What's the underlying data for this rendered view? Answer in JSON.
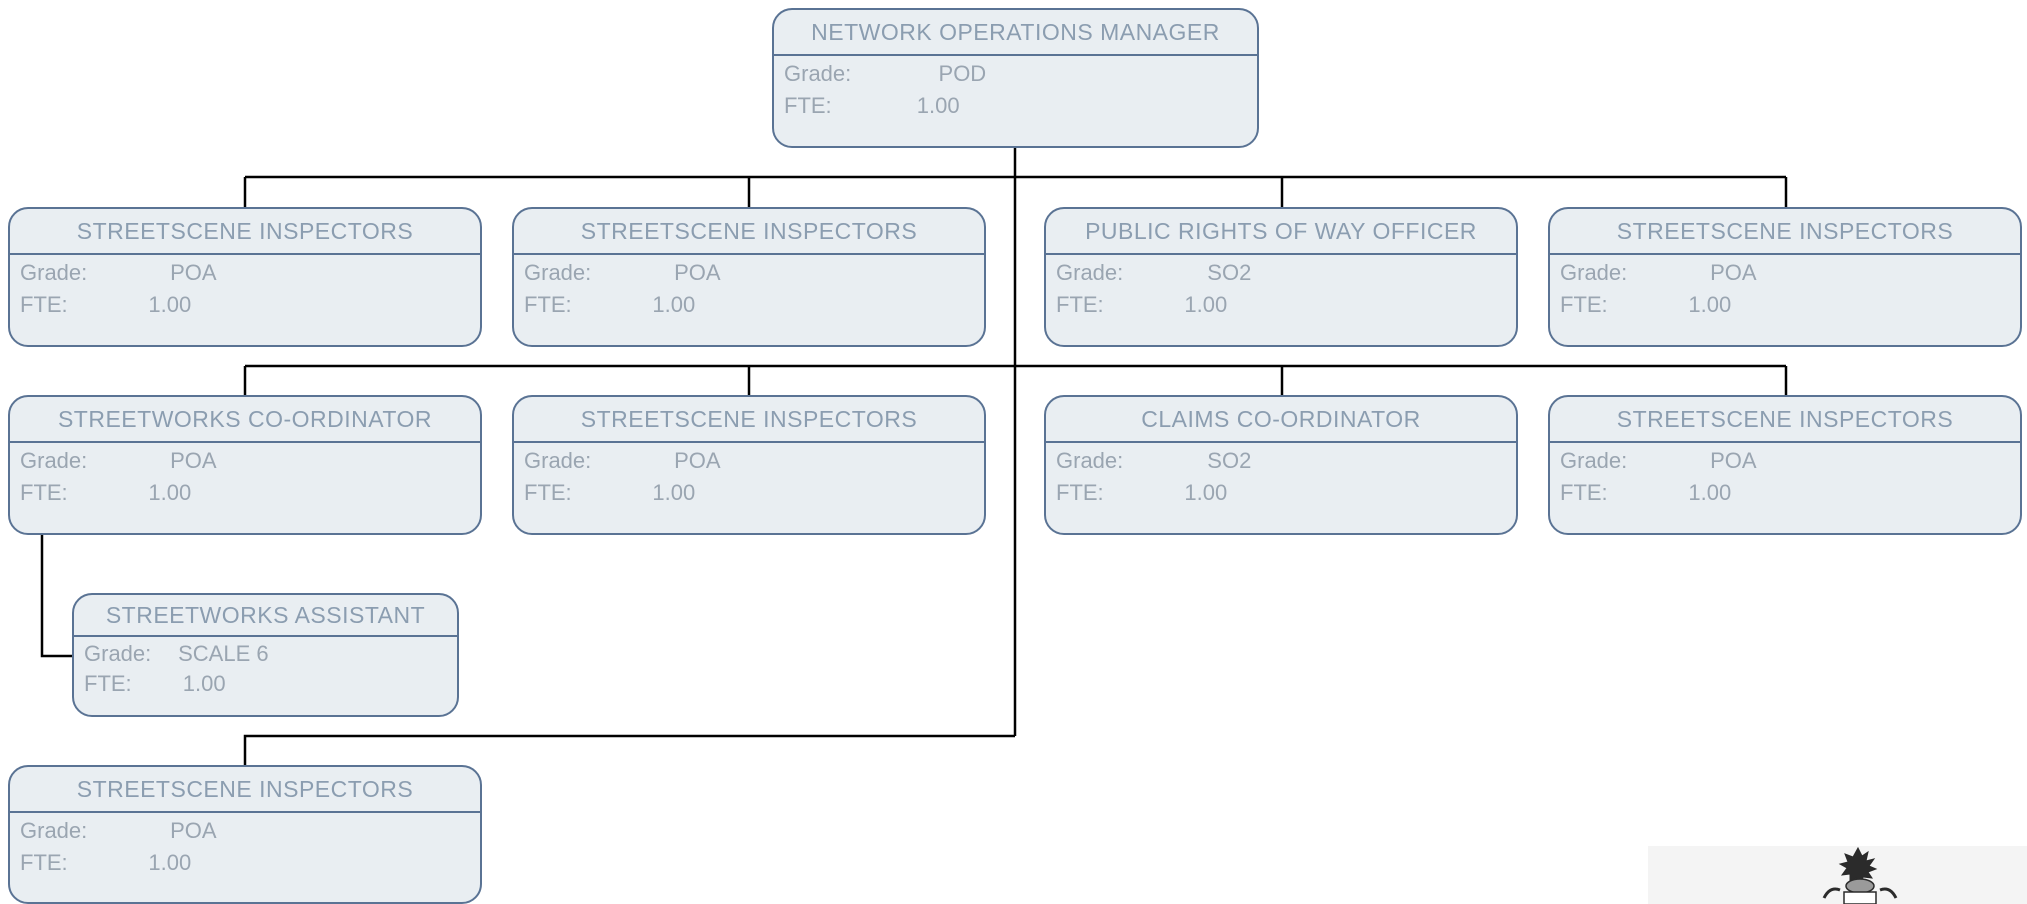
{
  "diagram": {
    "grade_label": "Grade:",
    "fte_label": "FTE:",
    "line_color": "#000000",
    "box_fill": "#e9eef2",
    "box_border": "#5a7394",
    "text_color": "#9aa5b1",
    "nodes": [
      {
        "title": "NETWORK OPERATIONS MANAGER",
        "grade": "POD",
        "fte": "1.00"
      },
      {
        "title": "STREETSCENE INSPECTORS",
        "grade": "POA",
        "fte": "1.00"
      },
      {
        "title": "STREETSCENE INSPECTORS",
        "grade": "POA",
        "fte": "1.00"
      },
      {
        "title": "PUBLIC RIGHTS OF WAY OFFICER",
        "grade": "SO2",
        "fte": "1.00"
      },
      {
        "title": "STREETSCENE INSPECTORS",
        "grade": "POA",
        "fte": "1.00"
      },
      {
        "title": "STREETWORKS CO-ORDINATOR",
        "grade": "POA",
        "fte": "1.00"
      },
      {
        "title": "STREETSCENE INSPECTORS",
        "grade": "POA",
        "fte": "1.00"
      },
      {
        "title": "CLAIMS CO-ORDINATOR",
        "grade": "SO2",
        "fte": "1.00"
      },
      {
        "title": "STREETSCENE INSPECTORS",
        "grade": "POA",
        "fte": "1.00"
      },
      {
        "title": "STREETWORKS ASSISTANT",
        "grade": "SCALE 6",
        "fte": "1.00"
      },
      {
        "title": "STREETSCENE INSPECTORS",
        "grade": "POA",
        "fte": "1.00"
      }
    ]
  }
}
